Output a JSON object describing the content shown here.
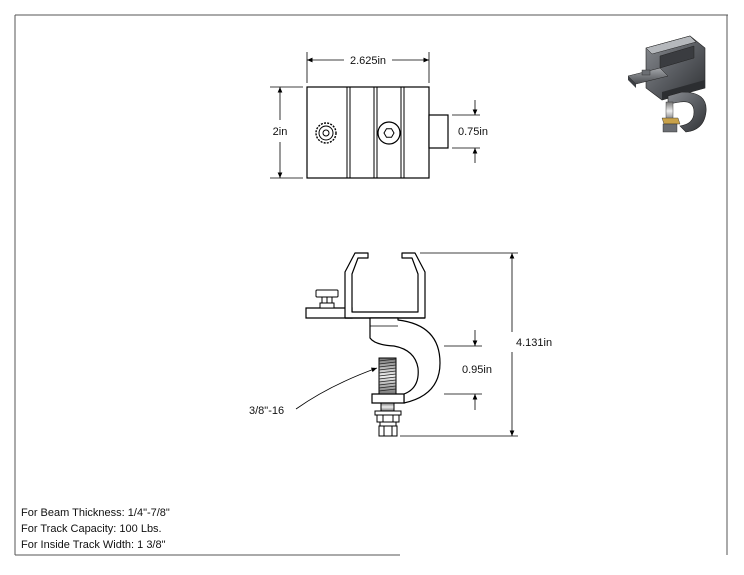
{
  "top_view": {
    "width_dim": "2.625in",
    "height_dim": "2in",
    "bolt_dim": "0.75in"
  },
  "side_view": {
    "height_dim": "4.131in",
    "opening_dim": "0.95in",
    "thread_callout": "3/8\"-16"
  },
  "notes": {
    "beam_thickness": "For Beam Thickness: 1/4\"-7/8\"",
    "track_capacity": "For Track Capacity: 100 Lbs.",
    "track_width": "For Inside Track Width: 1 3/8\""
  },
  "colors": {
    "line": "#000000",
    "part_fill": "#ffffff",
    "thumbnail_metal": "#5a5d62"
  },
  "icons": {
    "thumbnail": "beam-clamp-3d-thumbnail"
  }
}
